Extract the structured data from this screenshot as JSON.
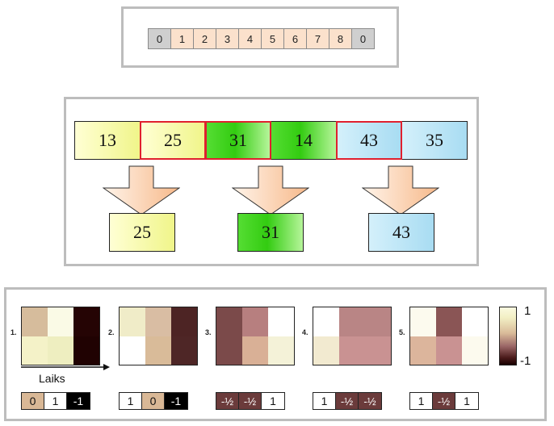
{
  "strip": {
    "cells": [
      "0",
      "1",
      "2",
      "3",
      "4",
      "5",
      "6",
      "7",
      "8",
      "0"
    ]
  },
  "sampling": {
    "boxes": [
      "13",
      "25",
      "31",
      "14",
      "43",
      "35"
    ],
    "outputs": [
      "25",
      "31",
      "43"
    ],
    "colors": {
      "yellow": "#f0f58a",
      "green": "#33cc11",
      "blue": "#a8dcf2",
      "selection": "#e0202e",
      "arrow": "#fbcfa8"
    }
  },
  "filters": {
    "numbers": [
      "1.",
      "2.",
      "3.",
      "4.",
      "5."
    ],
    "axis_label": "Laiks",
    "colorbar": {
      "max": "1",
      "min": "-1"
    },
    "grids": [
      [
        "#d6bc9c",
        "#fafae6",
        "#250404",
        "#f4f2c8",
        "#eeeec0",
        "#200202"
      ],
      [
        "#f0ecc8",
        "#d9bda3",
        "#4d2424",
        "#ffffff",
        "#d9bb99",
        "#4e2626"
      ],
      [
        "#7b4a4a",
        "#b77f7f",
        "#ffffff",
        "#7b4a4a",
        "#d9b096",
        "#f4f2d8"
      ],
      [
        "#ffffff",
        "#b98585",
        "#b98585",
        "#f2ead0",
        "#c99292",
        "#c99292"
      ],
      [
        "#fcfaee",
        "#8a5555",
        "#ffffff",
        "#dcb59c",
        "#c99292",
        "#fcfaee"
      ]
    ],
    "vectors": [
      [
        "0",
        "1",
        "-1"
      ],
      [
        "1",
        "0",
        "-1"
      ],
      [
        "-½",
        "-½",
        "1"
      ],
      [
        "1",
        "-½",
        "-½"
      ],
      [
        "1",
        "-½",
        "1"
      ]
    ]
  }
}
